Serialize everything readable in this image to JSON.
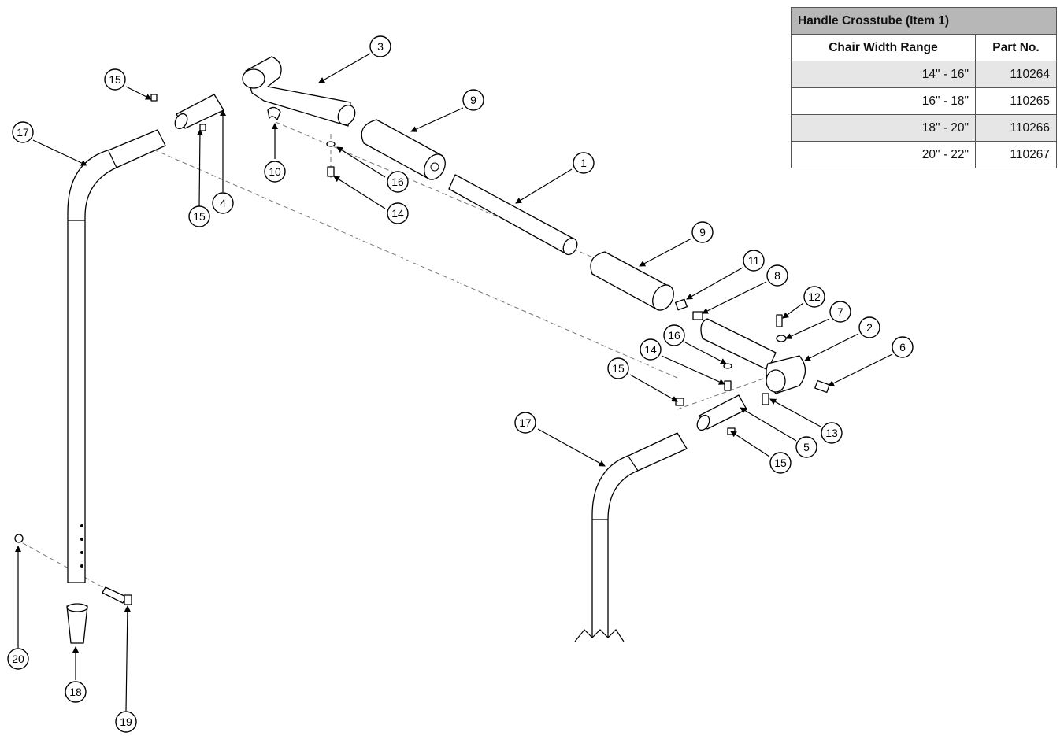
{
  "table": {
    "title": "Handle Crosstube (Item 1)",
    "headers": [
      "Chair Width Range",
      "Part No."
    ],
    "rows": [
      [
        "14\" - 16\"",
        "110264"
      ],
      [
        "16\" - 18\"",
        "110265"
      ],
      [
        "18\" - 20\"",
        "110266"
      ],
      [
        "20\" - 22\"",
        "110267"
      ]
    ]
  },
  "callouts": [
    "3",
    "15",
    "9",
    "17",
    "10",
    "16",
    "1",
    "15",
    "4",
    "14",
    "9",
    "11",
    "8",
    "12",
    "7",
    "16",
    "2",
    "6",
    "14",
    "15",
    "13",
    "17",
    "5",
    "15",
    "20",
    "18",
    "19"
  ]
}
